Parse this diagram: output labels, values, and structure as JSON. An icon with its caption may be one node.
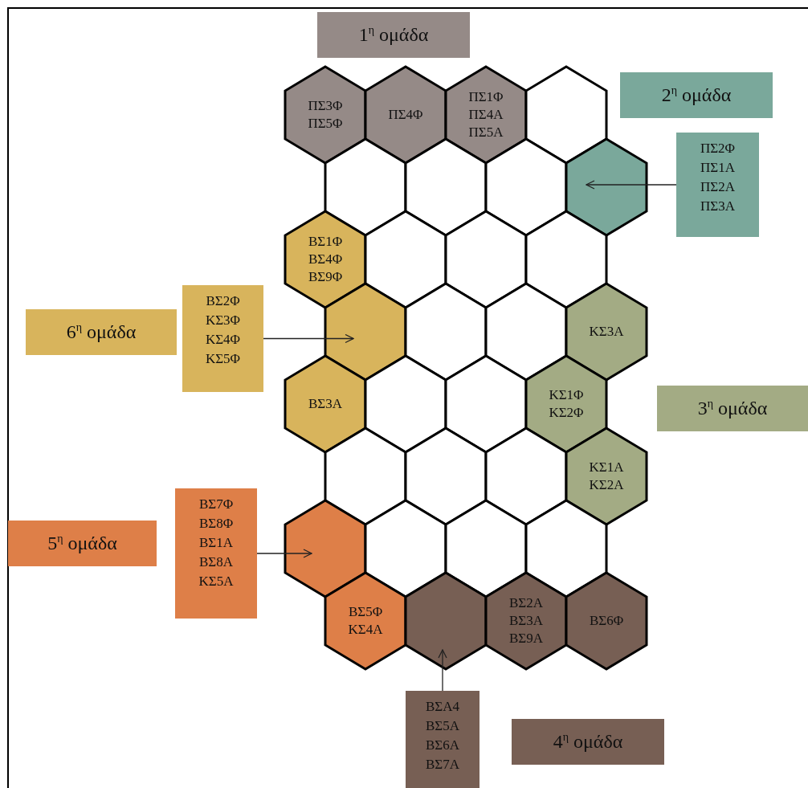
{
  "diagram": {
    "nodes": [
      {
        "text": [
          "ΠΣ3Φ ΠΣ5Φ"
        ]
      },
      {
        "text": [
          "ΠΣ4Φ"
        ]
      },
      {
        "text": [
          "ΠΣ1Φ ΠΣ4Α ΠΣ5Α"
        ]
      },
      {
        "text": [],
        "shape": "hexagon"
      },
      {
        "text": [],
        "shape": "hexagon"
      },
      {
        "text": [],
        "shape": "hexagon"
      },
      {
        "text": [],
        "shape": "hexagon"
      },
      {
        "text": [],
        "shape": "hexagon"
      },
      {
        "text": [
          "ΒΣ1Φ ΒΣ4Φ ΒΣ9Φ"
        ]
      },
      {
        "text": [],
        "shape": "hexagon"
      },
      {
        "text": [],
        "shape": "hexagon"
      },
      {
        "text": [],
        "shape": "hexagon"
      },
      {
        "text": [],
        "shape": "hexagon"
      },
      {
        "text": [],
        "shape": "hexagon"
      },
      {
        "text": [],
        "shape": "hexagon"
      },
      {
        "text": [
          "ΚΣ3Α"
        ]
      },
      {
        "text": [
          "ΒΣ3Α"
        ]
      },
      {
        "text": [],
        "shape": "hexagon"
      },
      {
        "text": [],
        "shape": "hexagon"
      },
      {
        "text": [
          "ΚΣ1Φ ΚΣ2Φ"
        ]
      },
      {
        "text": [],
        "shape": "hexagon"
      },
      {
        "text": [],
        "shape": "hexagon"
      },
      {
        "text": [],
        "shape": "hexagon"
      },
      {
        "text": [
          "ΚΣ1Α ΚΣ2Α"
        ]
      },
      {
        "text": [],
        "shape": "hexagon"
      },
      {
        "text": [],
        "shape": "hexagon"
      },
      {
        "text": [],
        "shape": "hexagon"
      },
      {
        "text": [],
        "shape": "hexagon"
      },
      {
        "text": [
          "ΒΣ5Φ ΚΣ4Α"
        ]
      },
      {
        "text": [],
        "shape": "hexagon"
      },
      {
        "text": [
          "ΒΣ2Α ΒΣ3Α ΒΣ9Α"
        ]
      },
      {
        "text": [
          "ΒΣ6Φ"
        ]
      },
      {
        "text": [
          "1$^{η}$ ομάδα"
        ]
      },
      {
        "text": [
          "2$^{η}$ ομάδα"
        ]
      },
      {
        "text": [
          "ΠΣ2Φ ΠΣ1Α ΠΣ2Α ΠΣ3Α"
        ]
      },
      {
        "text": [
          "6$^{η}$ ομάδα"
        ]
      },
      {
        "text": [
          "ΒΣ2Φ ΚΣ3Φ ΚΣ4Φ ΚΣ5Φ"
        ]
      },
      {
        "text": [
          "3$^{η}$ ομάδα"
        ]
      },
      {
        "text": [
          "5$^{η}$ ομάδα"
        ]
      },
      {
        "text": [
          "ΒΣ7Φ ΒΣ8Φ ΒΣ1Α ΒΣ8Α ΚΣ5Α"
        ]
      },
      {
        "text": [
          "ΒΣΑ4 ΒΣ5Α ΒΣ6Α ΒΣ7Α"
        ]
      },
      {
        "text": [
          "4$^{η}$ ομάδα"
        ]
      }
    ],
    "edges": [
      {
        "from": 34,
        "to": 7,
        "arrow": "to"
      },
      {
        "from": 36,
        "to": 12,
        "arrow": "to"
      },
      {
        "from": 39,
        "to": 24,
        "arrow": "to"
      },
      {
        "from": 40,
        "to": 29,
        "arrow": "to"
      }
    ]
  }
}
